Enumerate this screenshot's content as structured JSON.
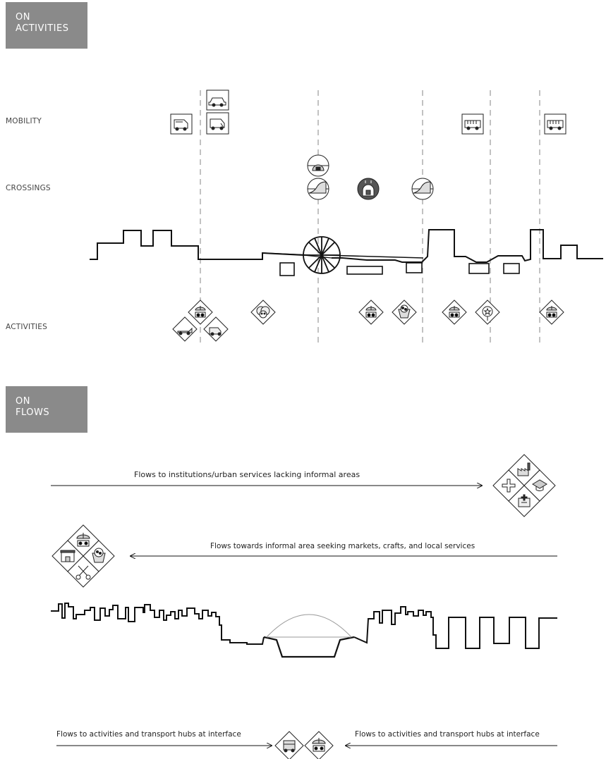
{
  "section_activities": {
    "line1": "ON",
    "line2": "ACTIVITIES"
  },
  "row_labels": {
    "mobility": "MOBILITY",
    "crossings": "CROSSINGS",
    "activities": "ACTIVITIES"
  },
  "section_flows": {
    "line1": "ON",
    "line2": "FLOWS"
  },
  "flows": {
    "outbound": "Flows to institutions/urban services lacking informal areas",
    "inbound": "Flows towards informal area seeking markets, crafts, and local services",
    "left_interface": "Flows to activities and transport hubs at interface",
    "right_interface": "Flows to activities and transport hubs at interface"
  },
  "colors": {
    "badge": "#8a8a8a",
    "line": "#111111",
    "dash": "#9a9a9a"
  },
  "icons": {
    "mobility": [
      "minibus-icon",
      "car-icon",
      "van-icon",
      "bus-icon",
      "bus-icon"
    ],
    "crossings": [
      "tunnel-icon",
      "ramp-icon",
      "underpass-icon",
      "ramp-icon"
    ],
    "activities": [
      "market-stall-icon",
      "vehicle-repair-icon",
      "cart-icon",
      "livestock-icon",
      "basket-icon",
      "mosque-icon"
    ],
    "services": [
      "medical-icon",
      "factory-icon",
      "education-icon",
      "hospital-icon"
    ],
    "local": [
      "market-stall-icon",
      "shop-icon",
      "basket-icon",
      "crafts-icon"
    ]
  }
}
